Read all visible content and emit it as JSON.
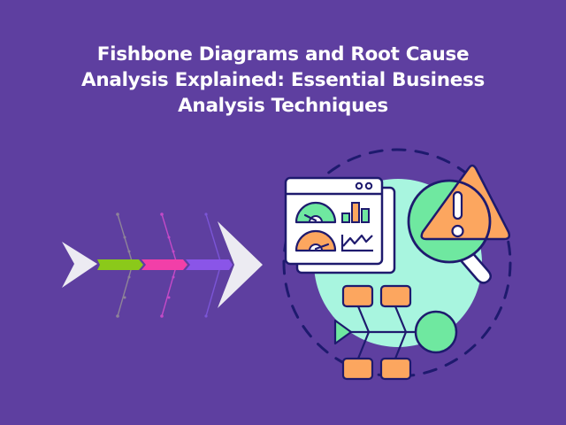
{
  "page": {
    "title_lines": [
      "Fishbone Diagrams and Root Cause",
      "Analysis Explained: Essential Business",
      "Analysis Techniques"
    ]
  },
  "colors": {
    "background": "#5E3FA0",
    "title_text": "#FFFFFF",
    "arrow_white": "#ECEBF2",
    "spine_green": "#8BC91A",
    "spine_pink": "#F23FA8",
    "spine_violet": "#8A55E8",
    "bone_gray": "#8E8398",
    "bone_pink": "#C44AC7",
    "bone_violet": "#7B55D6",
    "outline_navy": "#1E1A6E",
    "mint": "#A8F5DF",
    "green": "#6FE8A0",
    "orange": "#FCA65F",
    "white": "#FFFFFF"
  },
  "illustration": {
    "left_graphic": "fishbone-arrow",
    "right_graphic": "root-cause-analysis-icon",
    "dashboard_icons": [
      "gauge-icon",
      "bar-chart-icon",
      "gauge-icon",
      "line-chart-icon"
    ],
    "alert_icon": "warning-triangle-icon",
    "magnifier_icon": "magnifying-glass-icon",
    "mini_fishbone_boxes": 4
  }
}
